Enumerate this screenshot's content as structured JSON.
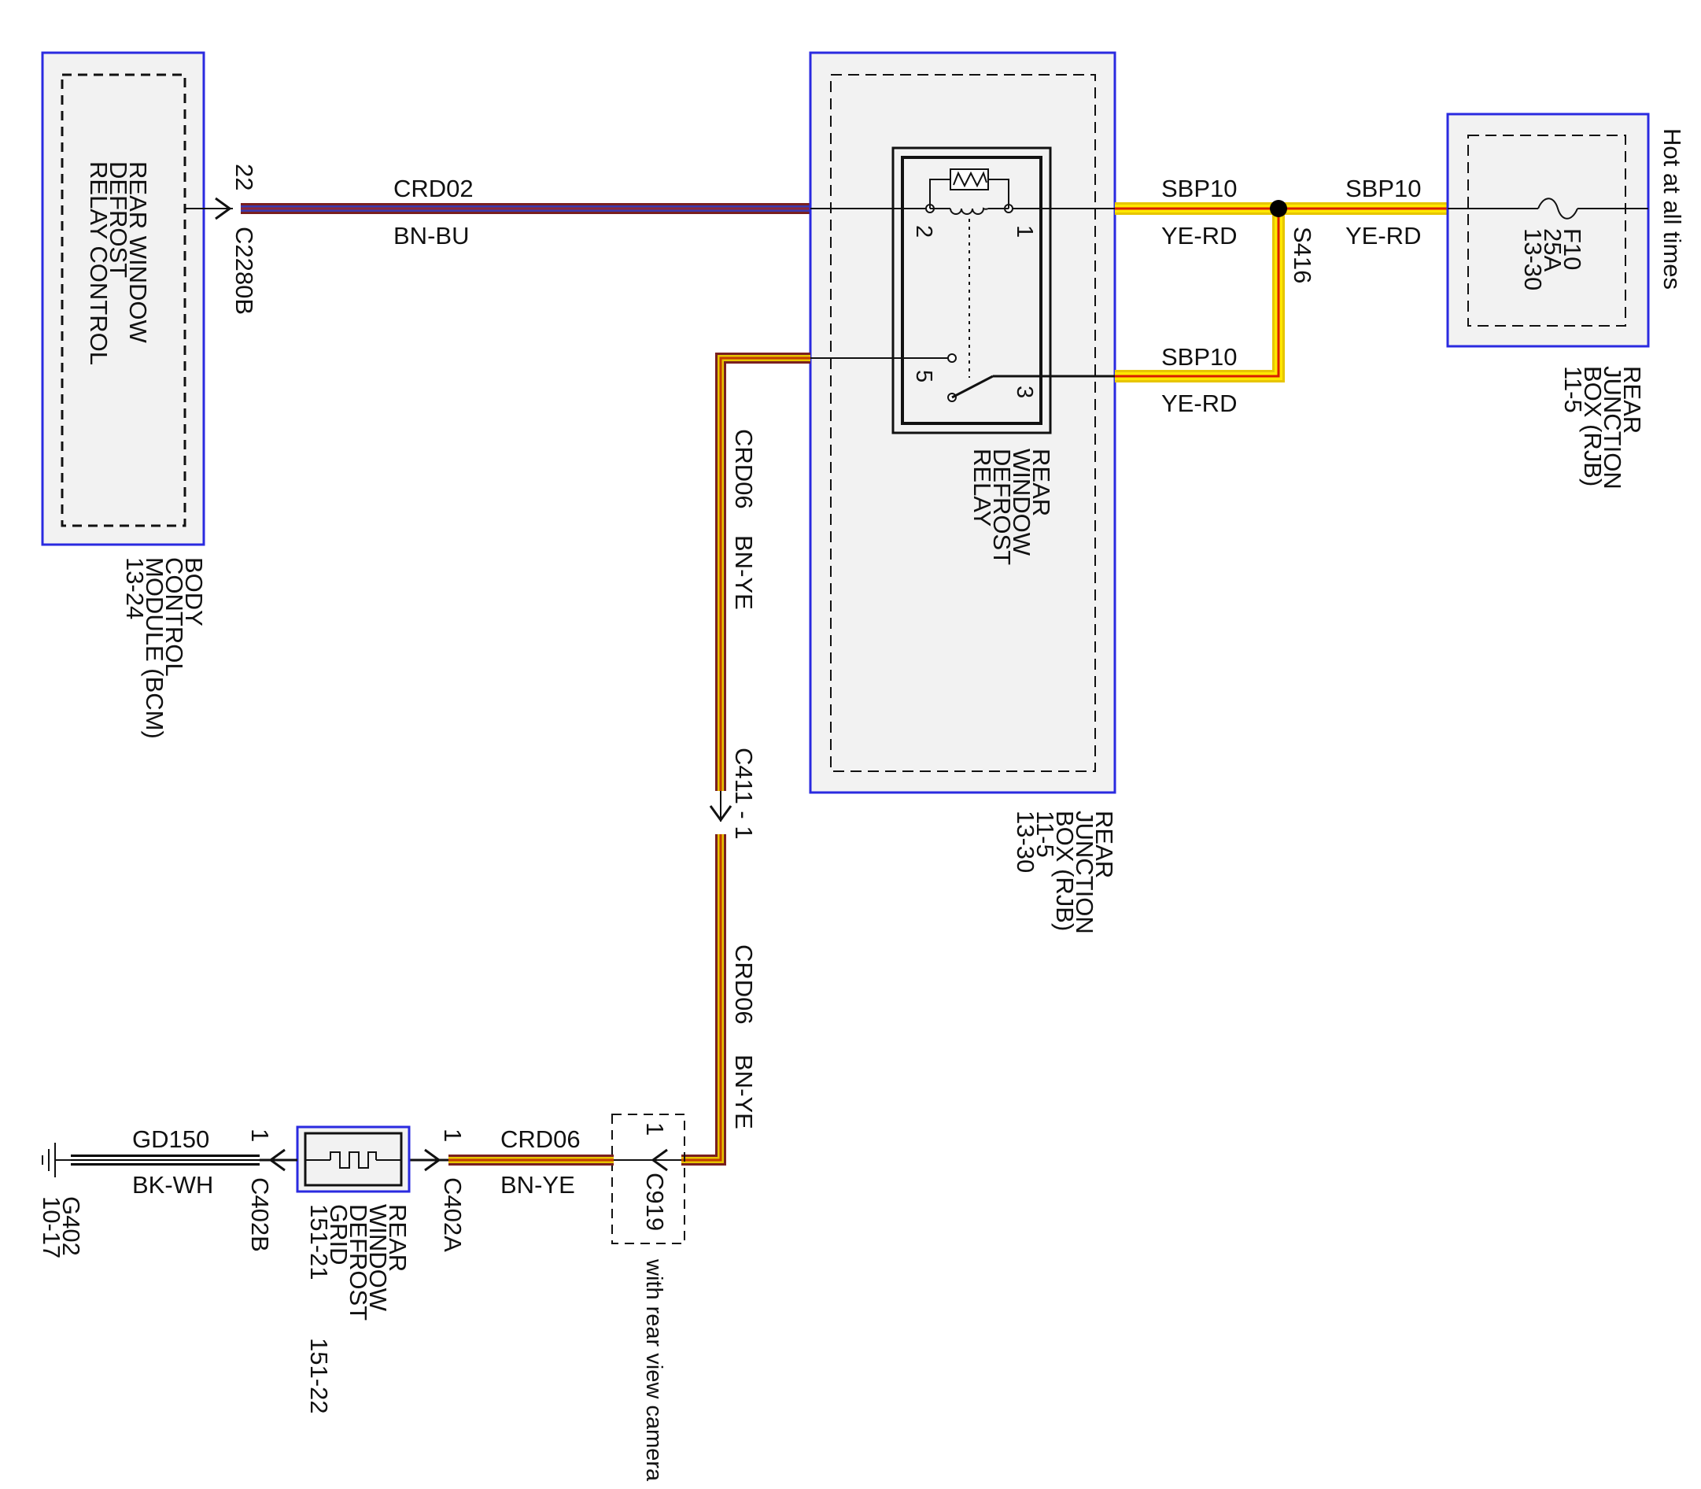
{
  "colors": {
    "module_border": "#2a2ae0",
    "module_fill": "#f2f2f2",
    "wire_bn_bu": {
      "outer": "#7a1f1f",
      "mid": "#3a3ab0",
      "core": "#8c2a3a"
    },
    "wire_ye_rd": {
      "outer": "#e7c500",
      "mid": "#ffe800",
      "core": "#d81e00"
    },
    "wire_bn_ye": {
      "outer": "#7a1f1f",
      "mid": "#e7c500",
      "core": "#c23a00"
    },
    "wire_bk_wh": {
      "outer": "#000000",
      "mid": "#ffffff",
      "core": "#000000"
    }
  },
  "components": {
    "bcm": {
      "inner_label": [
        "REAR WINDOW",
        "DEFROST",
        "RELAY CONTROL"
      ],
      "label": [
        "BODY",
        "CONTROL",
        "MODULE (BCM)",
        "13-24"
      ]
    },
    "rjb_main": {
      "label": [
        "REAR",
        "JUNCTION",
        "BOX (RJB)",
        "11-5",
        "13-30"
      ]
    },
    "relay": {
      "label": [
        "REAR",
        "WINDOW",
        "DEFROST",
        "RELAY"
      ],
      "pins": [
        "2",
        "1",
        "5",
        "3"
      ]
    },
    "rjb_fuse": {
      "fuse_label": [
        "F10",
        "25A",
        "13-30"
      ],
      "label": [
        "REAR",
        "JUNCTION",
        "BOX (RJB)",
        "11-5"
      ],
      "hot_label": "Hot at all times"
    },
    "defrost_grid": {
      "label": [
        "REAR",
        "WINDOW",
        "DEFROST",
        "GRID"
      ],
      "refs": [
        "151-21",
        "151-22"
      ]
    },
    "ground": {
      "label": [
        "G402",
        "10-17"
      ]
    },
    "camera_connector": {
      "note": "with rear view camera"
    }
  },
  "connectors": {
    "c2280b": {
      "pin": "22",
      "name": "C2280B"
    },
    "s416": {
      "name": "S416"
    },
    "c411": {
      "name": "C411 - 1"
    },
    "c919": {
      "pin": "1",
      "name": "C919"
    },
    "c402a": {
      "pin": "1",
      "name": "C402A"
    },
    "c402b": {
      "pin": "1",
      "name": "C402B"
    }
  },
  "wires": {
    "crd02_top": {
      "circuit": "CRD02",
      "color": "BN-BU"
    },
    "sbp10_left": {
      "circuit": "SBP10",
      "color": "YE-RD"
    },
    "sbp10_right": {
      "circuit": "SBP10",
      "color": "YE-RD"
    },
    "sbp10_lower": {
      "circuit": "SBP10",
      "color": "YE-RD"
    },
    "crd06_upper": {
      "circuit": "CRD06",
      "color": "BN-YE"
    },
    "crd06_lower": {
      "circuit": "CRD06",
      "color": "BN-YE"
    },
    "crd06_bottom": {
      "circuit": "CRD06",
      "color": "BN-YE"
    },
    "gd150": {
      "circuit": "GD150",
      "color": "BK-WH"
    }
  }
}
